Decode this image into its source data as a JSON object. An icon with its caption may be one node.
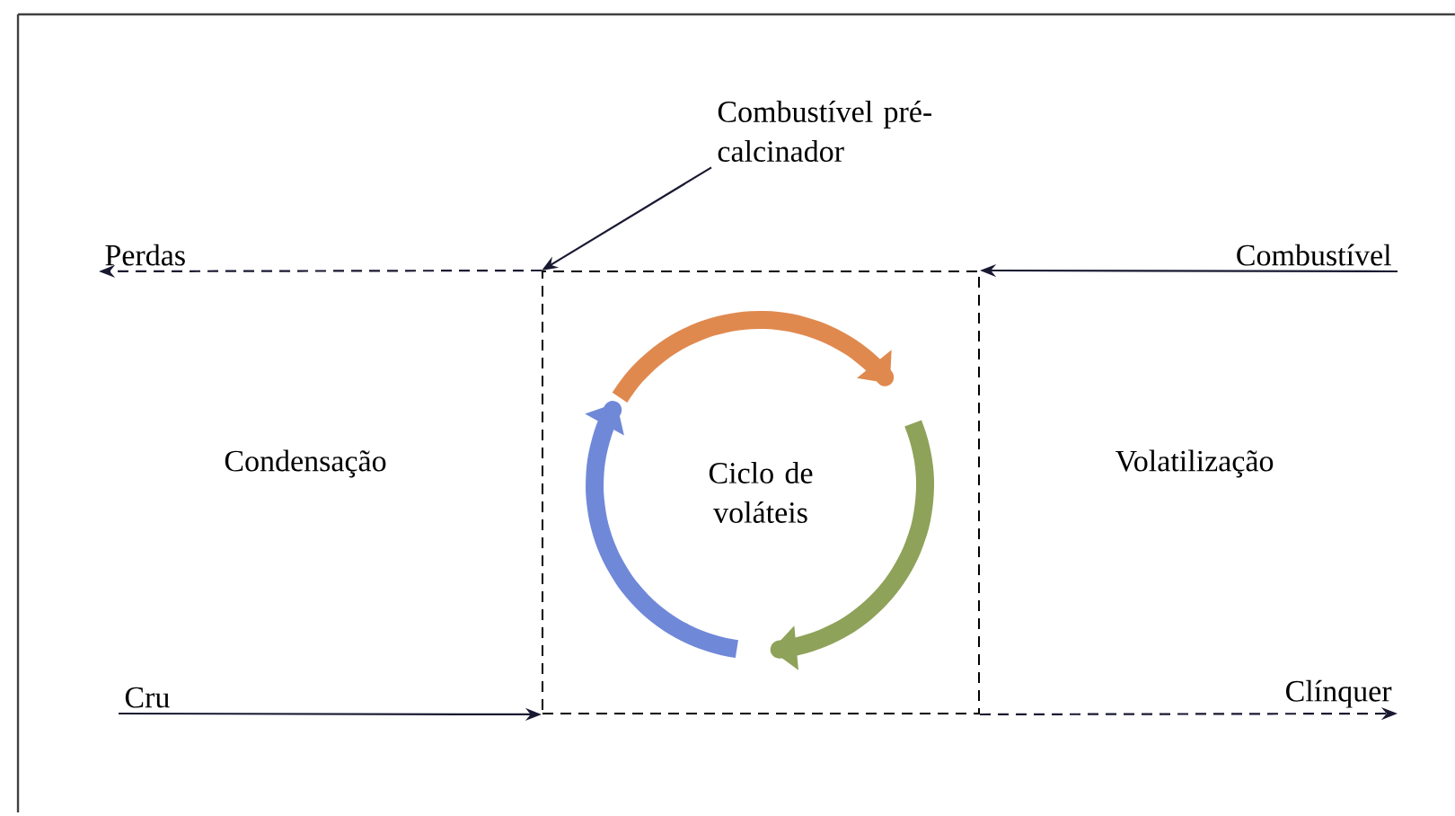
{
  "diagram": {
    "nodes": [
      {
        "text": [
          "Perdas"
        ]
      },
      {
        "text": [
          "Combustível pré-calcinador"
        ]
      },
      {
        "text": [
          "Combustível"
        ]
      },
      {
        "text": [
          "Cru"
        ]
      },
      {
        "text": [
          "Clínquer"
        ]
      },
      {
        "text": [
          "Ciclo de voláteis"
        ]
      }
    ],
    "edges": [
      {
        "from": 5,
        "to": 0,
        "arrow": "to",
        "style": "dashed"
      },
      {
        "from": 1,
        "to": 5,
        "arrow": "to"
      },
      {
        "from": 2,
        "to": 5,
        "arrow": "to"
      },
      {
        "from": 3,
        "to": 5,
        "arrow": "to"
      },
      {
        "from": 5,
        "to": 4,
        "arrow": "to",
        "style": "dashed"
      }
    ],
    "labels": [
      "Condensação",
      "Volatilização"
    ]
  }
}
